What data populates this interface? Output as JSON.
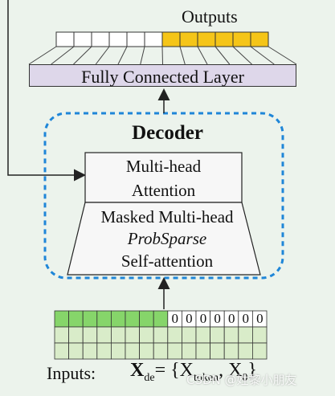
{
  "outputs_label": "Outputs",
  "fc_layer_label": "Fully Connected Layer",
  "decoder_title": "Decoder",
  "multihead_line1": "Multi-head",
  "multihead_line2": "Attention",
  "masked_line1": "Masked Multi-head",
  "masked_line2": "ProbSparse",
  "masked_line3": "Self-attention",
  "inputs_label": "Inputs:",
  "equation_lhs": "X",
  "equation_lhs_sub": "de",
  "equation_rhs": "= {X",
  "equation_rhs_mid": "token",
  "equation_rhs_tail": ", X",
  "equation_rhs_end": "0",
  "equation_close": "}",
  "zero_symbol": "0",
  "watermark": "CSDN @姓黎小朋友",
  "colors": {
    "background": "#ecf3ec",
    "output_filled": "#f5c518",
    "fc_fill": "#ded7ea",
    "decoder_border": "#1f86d8",
    "input_green": "#86d56a",
    "input_light": "#d9ecc9"
  }
}
